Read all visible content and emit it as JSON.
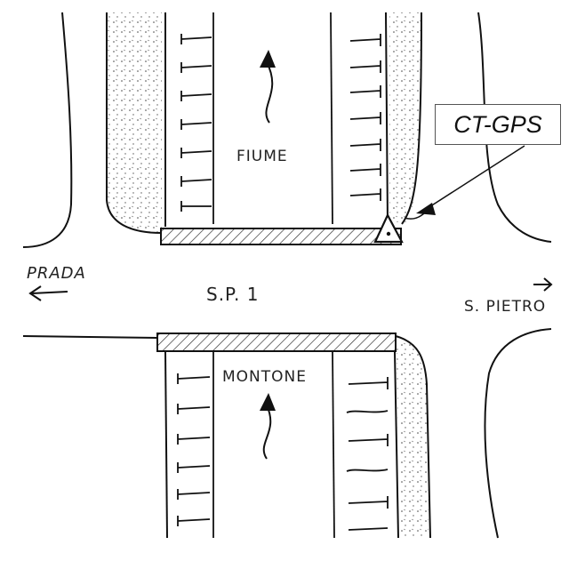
{
  "rivers": {
    "upper": "FIUME",
    "lower": "MONTONE"
  },
  "road": {
    "name": "S.P. 1"
  },
  "directions": {
    "west": "PRADA",
    "east": "S. PIETRO"
  },
  "station": {
    "label": "CT-GPS"
  },
  "colors": {
    "ink": "#111111",
    "hatch": "#333333",
    "label_border": "#555555",
    "background": "#ffffff"
  }
}
